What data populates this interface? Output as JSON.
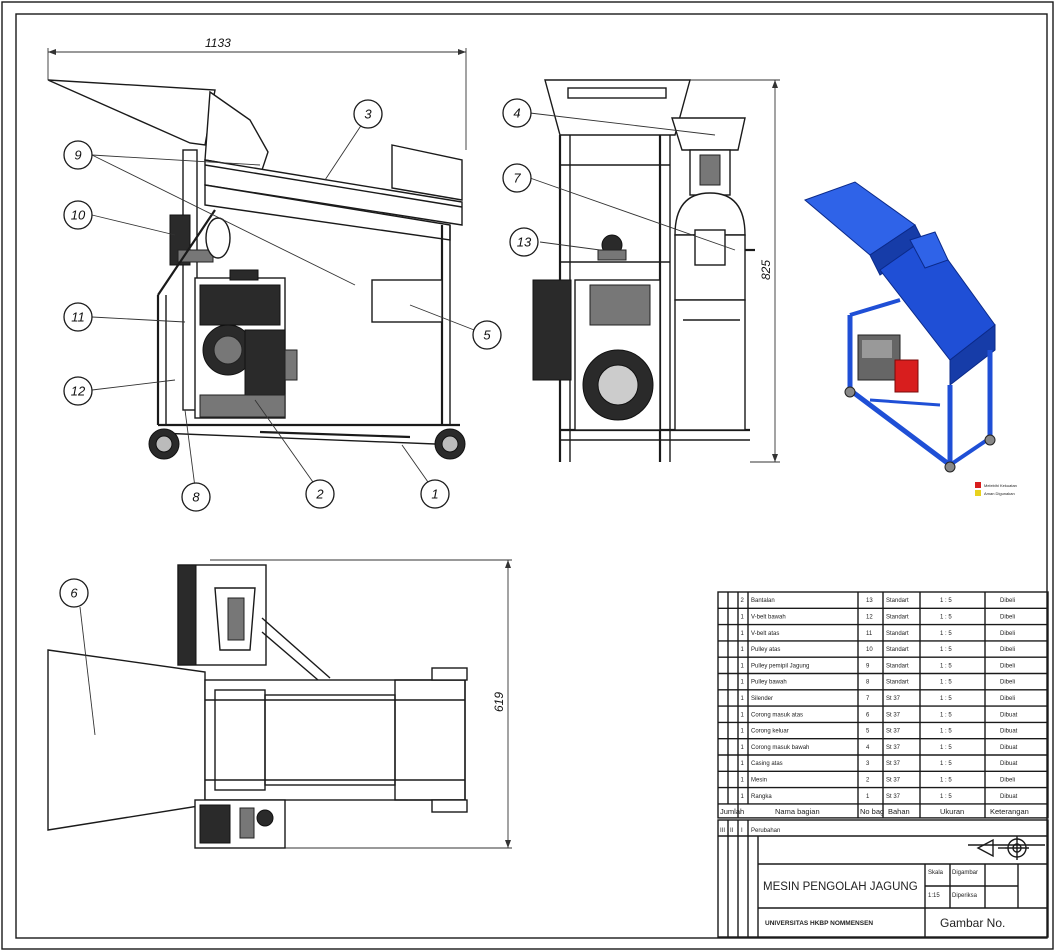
{
  "dimensions": {
    "overall_length": "1133",
    "height": "825",
    "width": "619"
  },
  "balloons": [
    "1",
    "2",
    "3",
    "4",
    "5",
    "6",
    "7",
    "8",
    "9",
    "10",
    "11",
    "12",
    "13"
  ],
  "parts_table": {
    "headers": [
      "Jumlah",
      "Nama bagian",
      "No bag",
      "Bahan",
      "Ukuran",
      "Keterangan"
    ],
    "rows": [
      {
        "qty": "2",
        "name": "Bantalan",
        "no": "13",
        "material": "Standart",
        "size": "1 : 5",
        "note": "Dibeli"
      },
      {
        "qty": "1",
        "name": "V-belt bawah",
        "no": "12",
        "material": "Standart",
        "size": "1 : 5",
        "note": "Dibeli"
      },
      {
        "qty": "1",
        "name": "V-belt atas",
        "no": "11",
        "material": "Standart",
        "size": "1 : 5",
        "note": "Dibeli"
      },
      {
        "qty": "1",
        "name": "Pulley atas",
        "no": "10",
        "material": "Standart",
        "size": "1 : 5",
        "note": "Dibeli"
      },
      {
        "qty": "1",
        "name": "Pulley pemipil Jagung",
        "no": "9",
        "material": "Standart",
        "size": "1 : 5",
        "note": "Dibeli"
      },
      {
        "qty": "1",
        "name": "Pulley bawah",
        "no": "8",
        "material": "Standart",
        "size": "1 : 5",
        "note": "Dibeli"
      },
      {
        "qty": "1",
        "name": "Silender",
        "no": "7",
        "material": "St 37",
        "size": "1 : 5",
        "note": "Dibeli"
      },
      {
        "qty": "1",
        "name": "Corong masuk atas",
        "no": "6",
        "material": "St 37",
        "size": "1 : 5",
        "note": "Dibuat"
      },
      {
        "qty": "1",
        "name": "Corong keluar",
        "no": "5",
        "material": "St 37",
        "size": "1 : 5",
        "note": "Dibuat"
      },
      {
        "qty": "1",
        "name": "Corong masuk bawah",
        "no": "4",
        "material": "St 37",
        "size": "1 : 5",
        "note": "Dibuat"
      },
      {
        "qty": "1",
        "name": "Casing atas",
        "no": "3",
        "material": "St 37",
        "size": "1 : 5",
        "note": "Dibuat"
      },
      {
        "qty": "1",
        "name": "Mesin",
        "no": "2",
        "material": "St 37",
        "size": "1 : 5",
        "note": "Dibeli"
      },
      {
        "qty": "1",
        "name": "Rangka",
        "no": "1",
        "material": "St 37",
        "size": "1 : 5",
        "note": "Dibuat"
      }
    ],
    "revision_header": [
      "III",
      "II",
      "I",
      "Perubahan"
    ]
  },
  "title_block": {
    "title": "MESIN PENGOLAH JAGUNG",
    "institution": "UNIVERSITAS HKBP NOMMENSEN",
    "drawing_no_label": "Gambar No.",
    "scale_label": "Skala",
    "scale_value": "1:15",
    "drawn_label": "Digambar",
    "checked_label": "Diperiksa"
  },
  "legend": {
    "items": [
      {
        "color": "#d81e1e",
        "label": "Melebihi Kekuatan"
      },
      {
        "color": "#e8d21e",
        "label": "Aman Digunakan"
      }
    ]
  },
  "colors": {
    "model_blue": "#1f4fd6",
    "motor_red": "#d81e1e",
    "line": "#1a1a1a"
  }
}
